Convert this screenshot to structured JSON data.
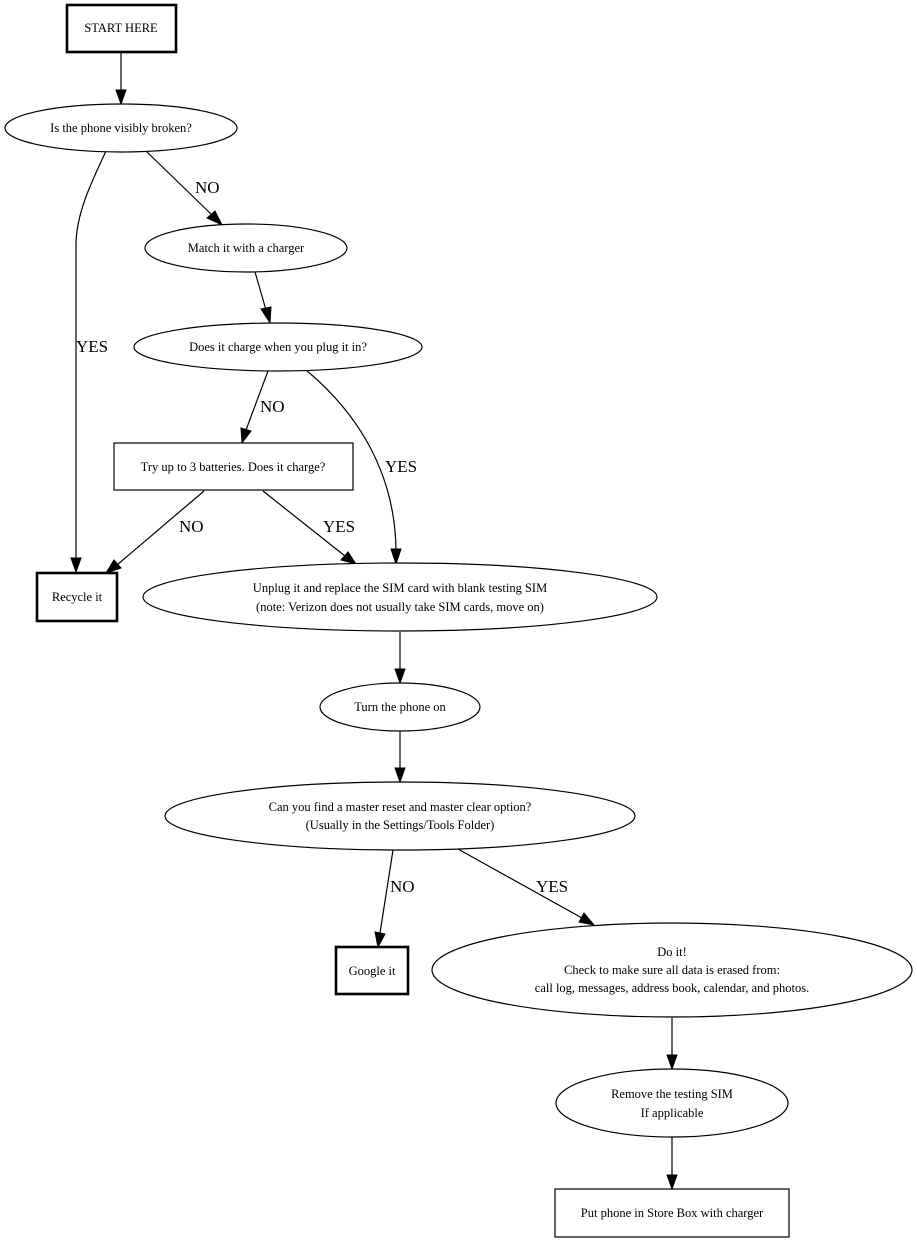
{
  "nodes": {
    "start": "START HERE",
    "broken": "Is the phone visibly broken?",
    "charger": "Match it with a charger",
    "charge": "Does it charge when you plug it in?",
    "batteries": "Try up to 3 batteries. Does it charge?",
    "recycle": "Recycle it",
    "unplug": [
      "Unplug it and replace the SIM card with blank testing SIM",
      "(note: Verizon does not usually take SIM cards, move on)"
    ],
    "turn_on": "Turn the phone on",
    "reset": [
      "Can you find a master reset and master clear option?",
      "(Usually in the Settings/Tools Folder)"
    ],
    "google": "Google it",
    "doit": [
      "Do it!",
      "Check to make sure all data is erased from:",
      "call log, messages, address book, calendar, and photos."
    ],
    "remove_sim": [
      "Remove the testing SIM",
      "If applicable"
    ],
    "store": "Put phone in Store Box with charger"
  },
  "edge_labels": {
    "broken_yes": "YES",
    "broken_no": "NO",
    "charge_no": "NO",
    "charge_yes": "YES",
    "batteries_no": "NO",
    "batteries_yes": "YES",
    "reset_no": "NO",
    "reset_yes": "YES"
  }
}
